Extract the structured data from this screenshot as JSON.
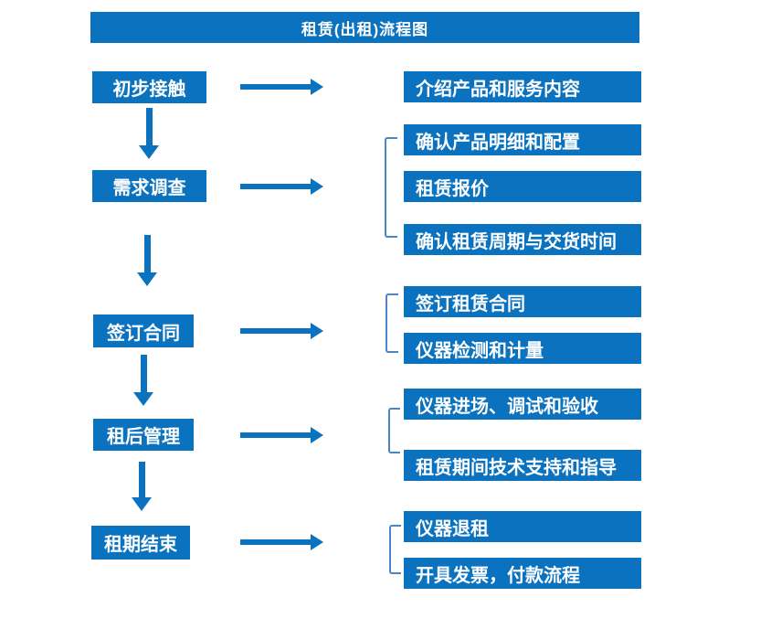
{
  "title": "租赁(出租)流程图",
  "colors": {
    "primary": "#0b72bf",
    "bracket": "#4a86c6",
    "text_on_primary": "#ffffff",
    "background": "#ffffff"
  },
  "steps": [
    {
      "label": "初步接触",
      "details": [
        "介绍产品和服务内容"
      ]
    },
    {
      "label": "需求调查",
      "details": [
        "确认产品明细和配置",
        "租赁报价",
        "确认租赁周期与交货时间"
      ]
    },
    {
      "label": "签订合同",
      "details": [
        "签订租赁合同",
        "仪器检测和计量"
      ]
    },
    {
      "label": "租后管理",
      "details": [
        "仪器进场、调试和验收",
        "租赁期间技术支持和指导"
      ]
    },
    {
      "label": "租期结束",
      "details": [
        "仪器退租",
        "开具发票，付款流程"
      ]
    }
  ]
}
